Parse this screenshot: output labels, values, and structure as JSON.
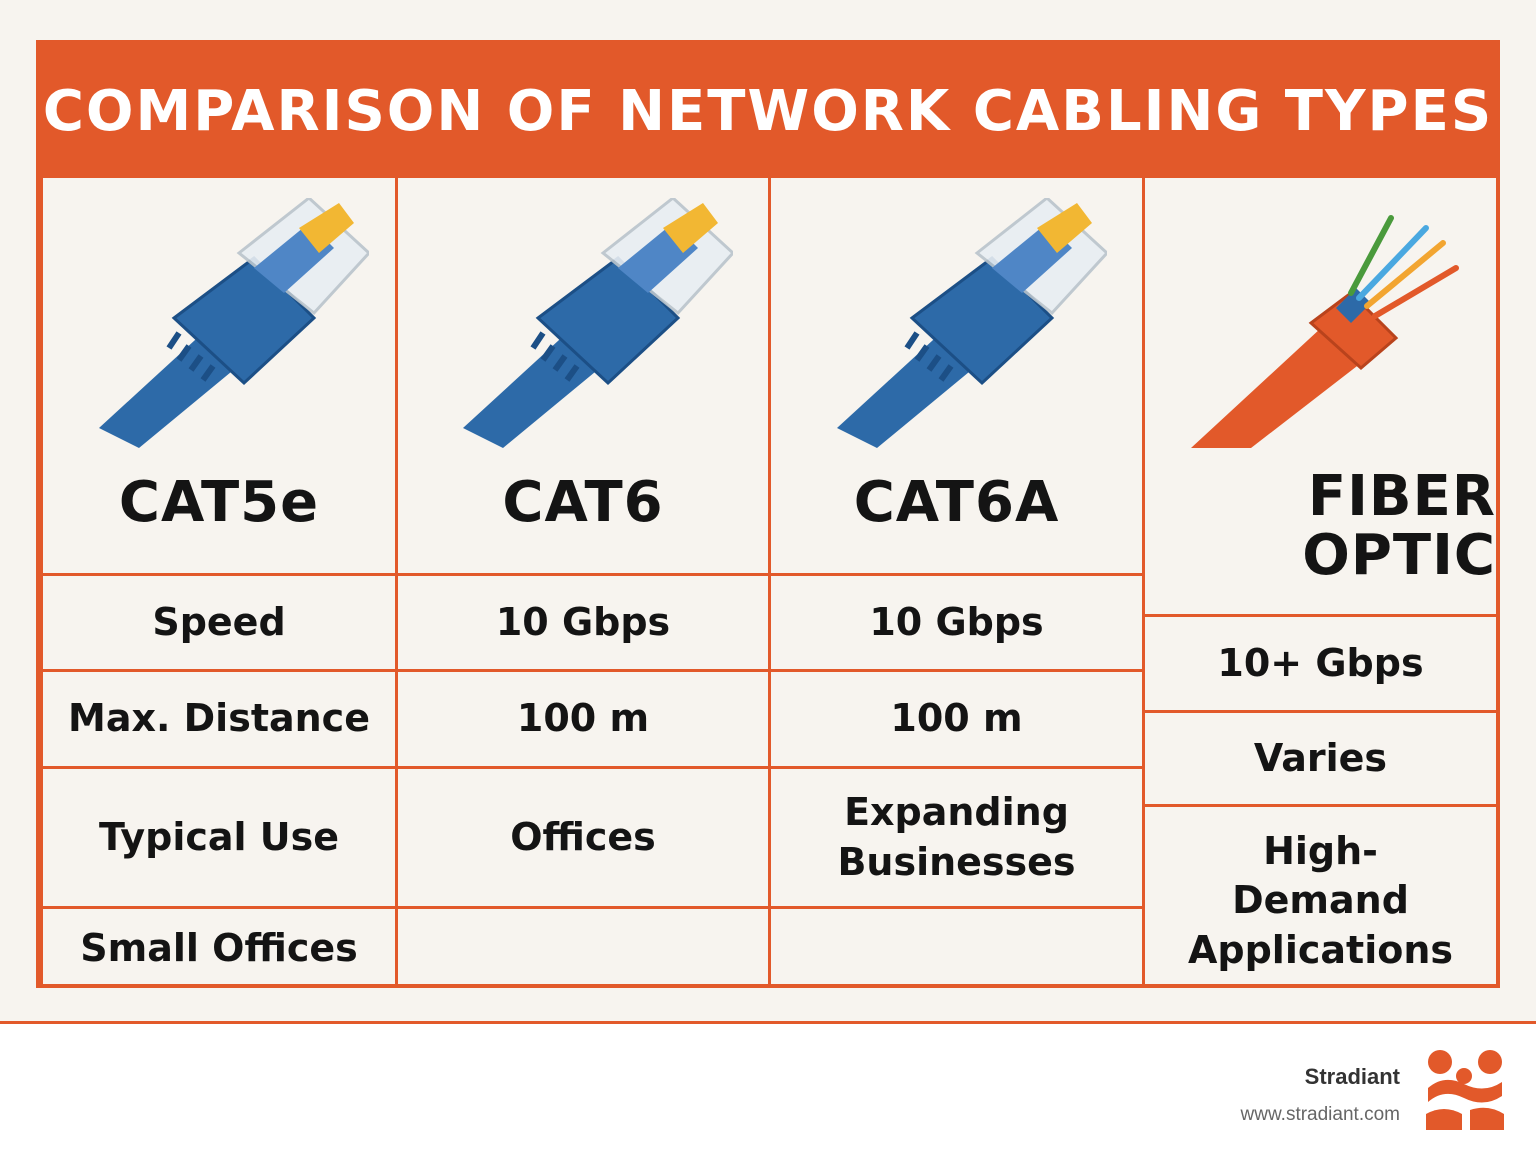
{
  "title": "COMPARISON OF NETWORK CABLING TYPES",
  "columns": [
    {
      "name": "CAT5e",
      "icon": "ethernet-cable-icon",
      "rows": [
        "Speed",
        "Max. Distance",
        "Typical Use",
        "Small Offices"
      ]
    },
    {
      "name": "CAT6",
      "icon": "ethernet-cable-icon",
      "rows": [
        "10 Gbps",
        "100 m",
        "Offices",
        ""
      ]
    },
    {
      "name": "CAT6A",
      "icon": "ethernet-cable-icon",
      "rows": [
        "10 Gbps",
        "100 m",
        "Expanding Businesses",
        ""
      ]
    },
    {
      "name_line1": "FIBER",
      "name_line2": "OPTIC",
      "icon": "fiber-optic-cable-icon",
      "rows": [
        "10+ Gbps",
        "Varies",
        "High-Demand Applications"
      ]
    }
  ],
  "brand": {
    "name": "Stradiant",
    "url": "www.stradiant.com",
    "logo": "stradiant-logo"
  },
  "colors": {
    "accent": "#e2592a",
    "cable": "#2d6aa8",
    "background": "#f7f4ef"
  }
}
